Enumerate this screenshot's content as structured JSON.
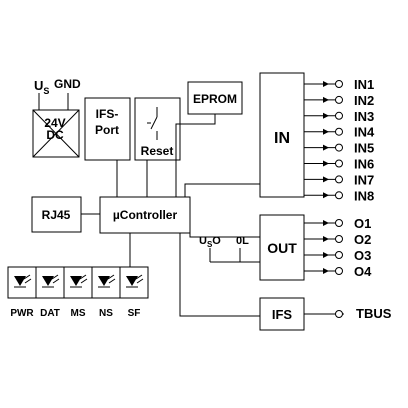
{
  "power": {
    "us_label": "U",
    "us_sub": "S",
    "gnd_label": "GND",
    "supply_line1": "24V",
    "supply_line2": "DC"
  },
  "blocks": {
    "ifs_port_line1": "IFS-",
    "ifs_port_line2": "Port",
    "reset": "Reset",
    "eprom": "EPROM",
    "in": "IN",
    "rj45": "RJ45",
    "controller": "µController",
    "out": "OUT",
    "ifs": "IFS"
  },
  "inputs": [
    "IN1",
    "IN2",
    "IN3",
    "IN4",
    "IN5",
    "IN6",
    "IN7",
    "IN8"
  ],
  "outputs": [
    "O1",
    "O2",
    "O3",
    "O4"
  ],
  "bus": "TBUS",
  "leds": [
    "PWR",
    "DAT",
    "MS",
    "NS",
    "SF"
  ],
  "out_supply": {
    "u_label": "U",
    "u_sub": "S",
    "u_suffix": "O",
    "zero_label": "0",
    "zero_suffix": "L"
  }
}
